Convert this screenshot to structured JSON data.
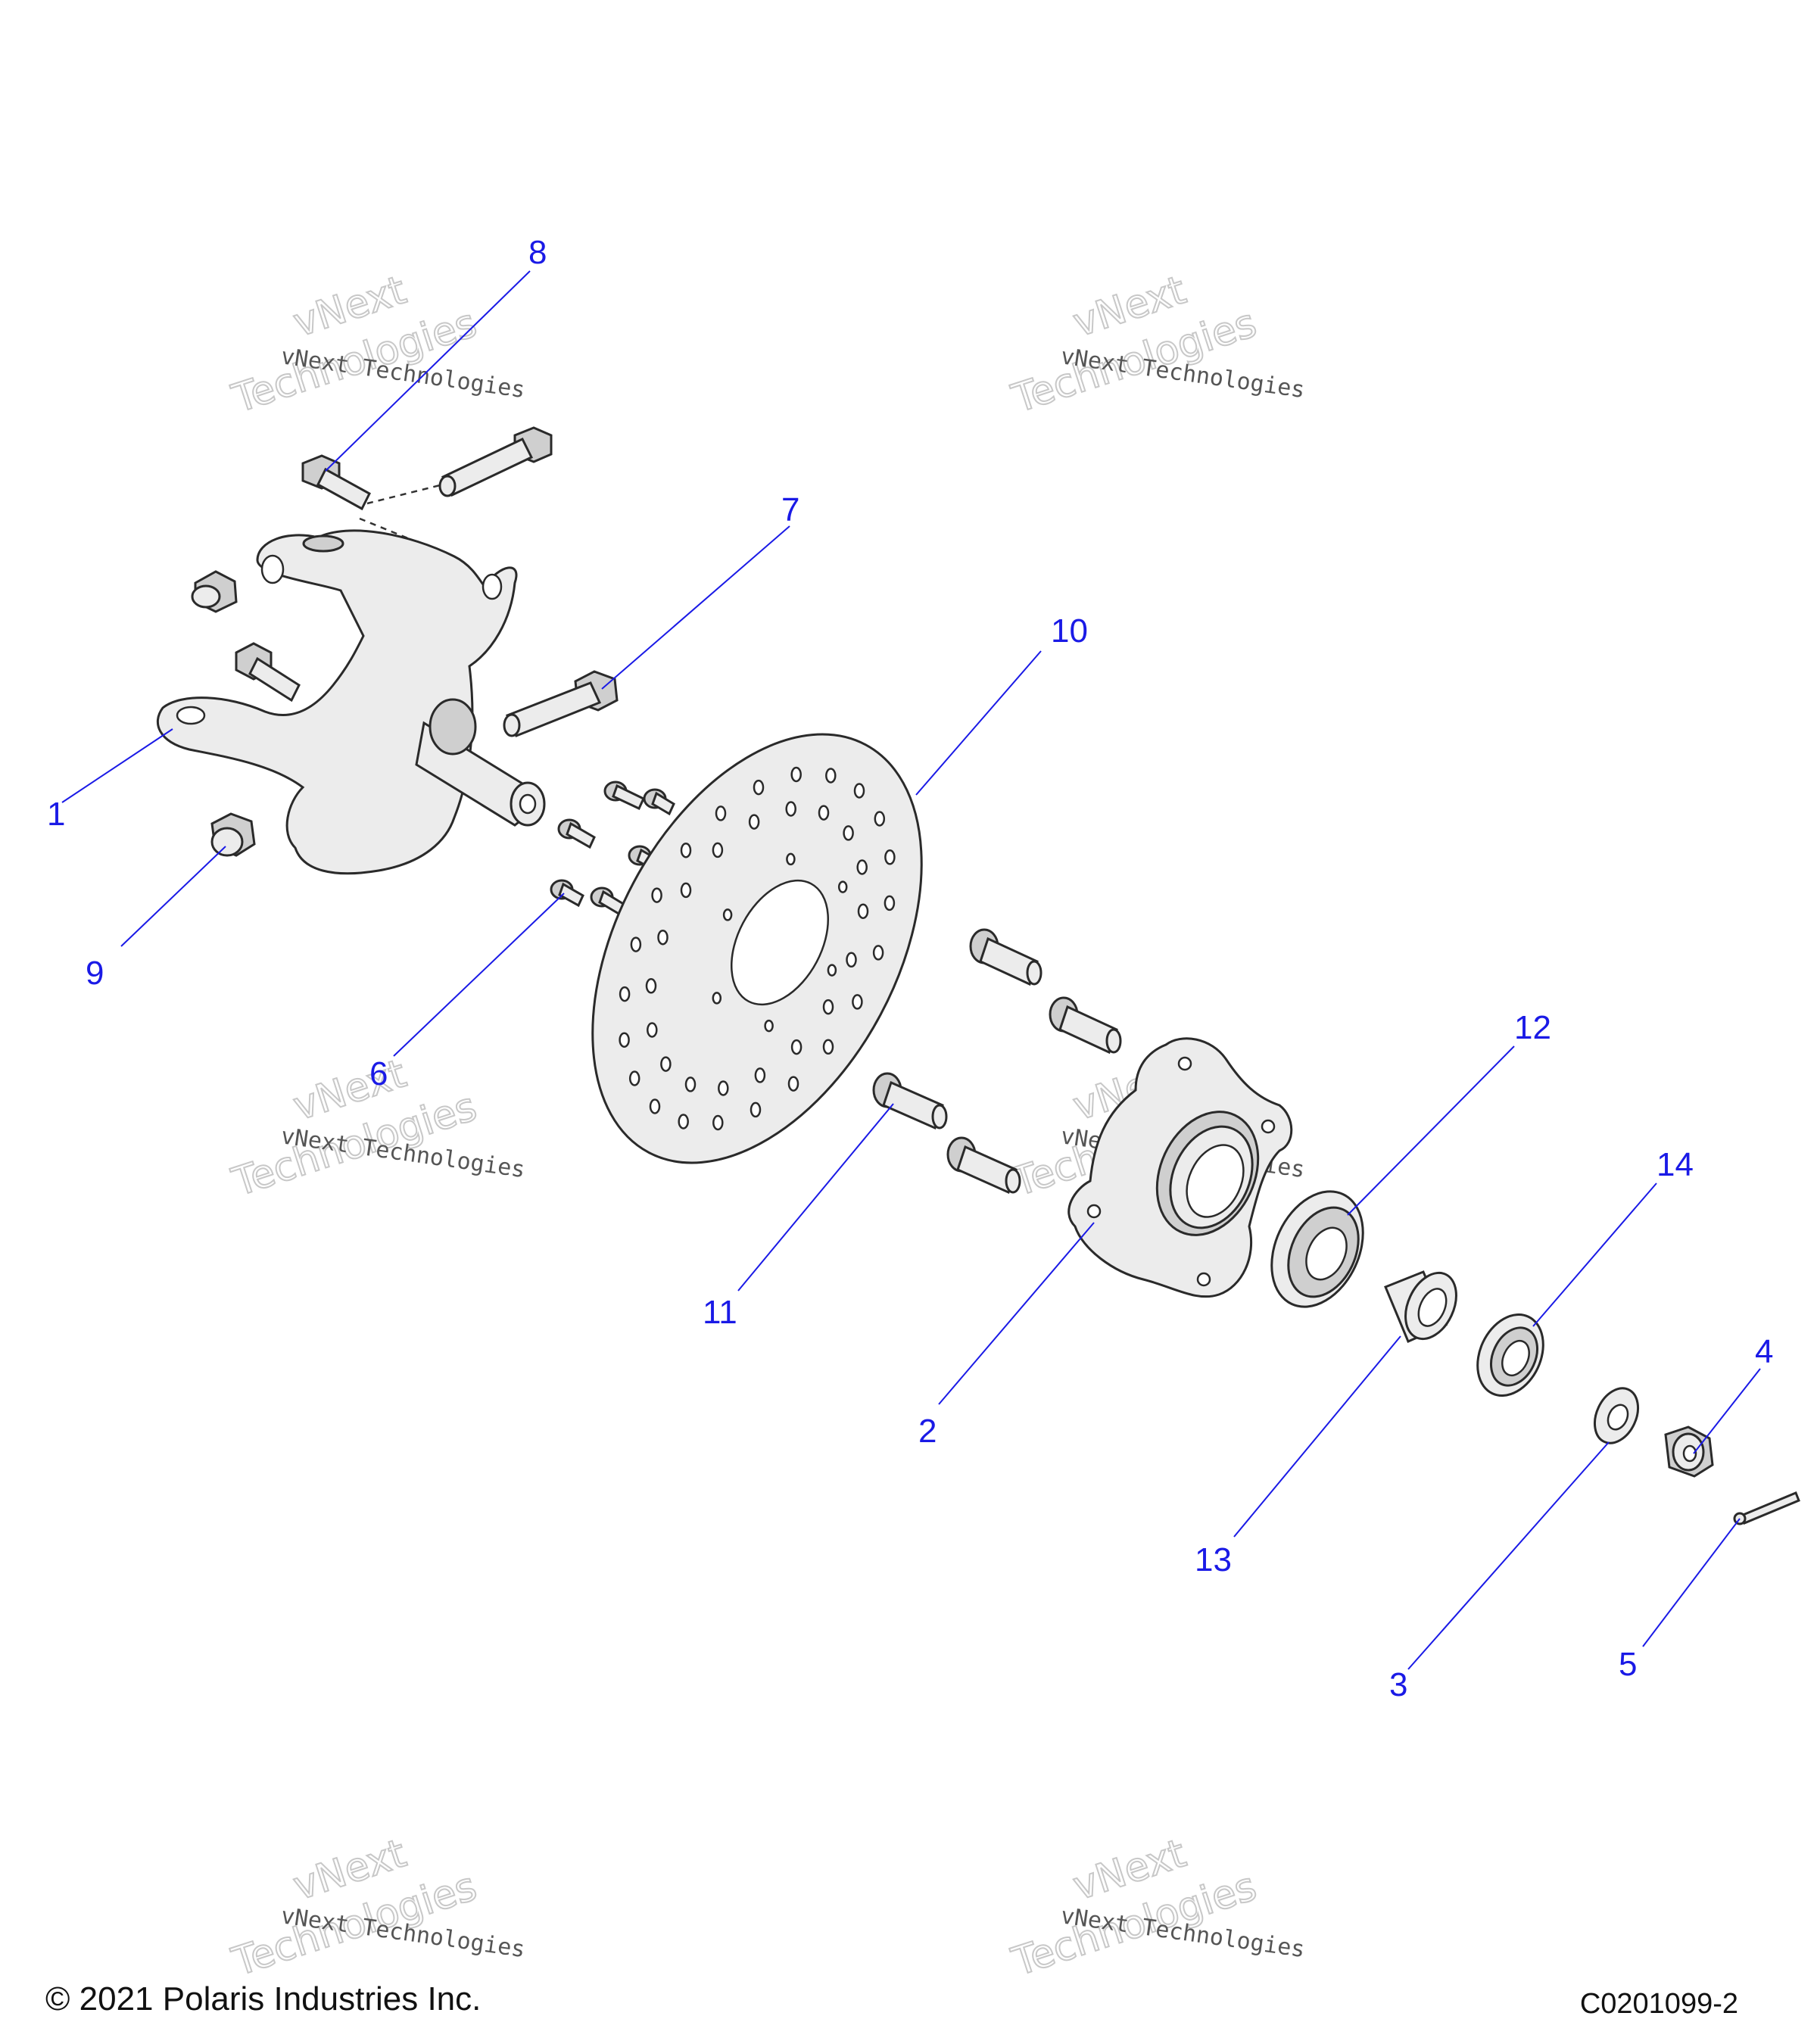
{
  "footer": {
    "copyright": "© 2021 Polaris Industries Inc.",
    "drawing_id": "C0201099-2"
  },
  "watermark": {
    "line1": "vNext Technologies",
    "line2a": "vNext",
    "line2b": "Technologies"
  },
  "callouts": {
    "c1": "1",
    "c2": "2",
    "c3": "3",
    "c4": "4",
    "c5": "5",
    "c6": "6",
    "c7": "7",
    "c8": "8",
    "c9": "9",
    "c10": "10",
    "c11": "11",
    "c12": "12",
    "c13": "13",
    "c14": "14"
  },
  "colors": {
    "callout": "#1a1ae6",
    "line_art": "#2a2a2a",
    "part_fill": "#ececec"
  }
}
